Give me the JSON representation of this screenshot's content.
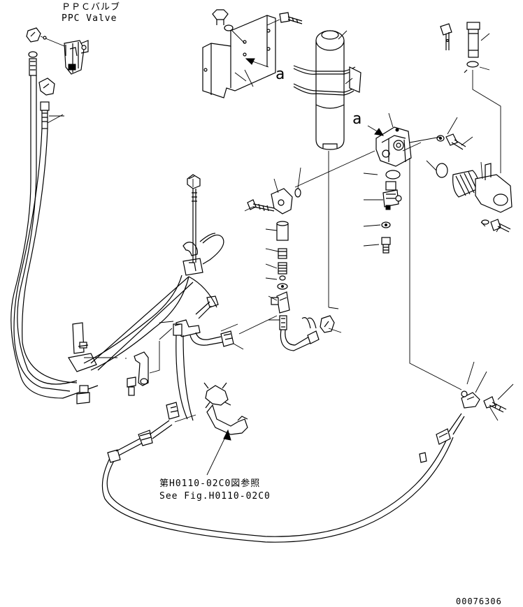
{
  "labels": {
    "ppc_valve_jp": "ＰＰＣバルブ",
    "ppc_valve_en": "PPC Valve",
    "ref_a_upper": "a",
    "ref_a_lower": "a",
    "see_fig_jp": "第H0110-02C0図参照",
    "see_fig_en": "See Fig.H0110-02C0",
    "drawing_number": "00076306"
  },
  "colors": {
    "line": "#000000",
    "background": "#ffffff"
  }
}
